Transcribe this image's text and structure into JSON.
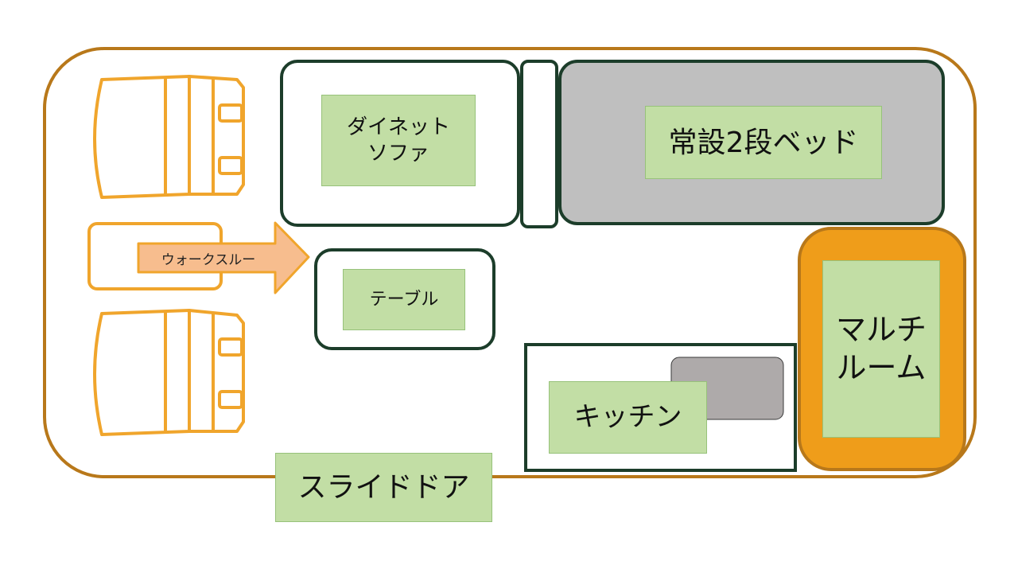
{
  "labels": {
    "dinette_sofa": "ダイネット\nソファ",
    "bed": "常設2段ベッド",
    "walkthrough": "ウォークスルー",
    "table": "テーブル",
    "kitchen": "キッチン",
    "multi_room": "マルチ\nルーム",
    "slide_door": "スライドドア"
  },
  "colors": {
    "vehicle_outline": "#b8781a",
    "seat_orange": "#f0a52c",
    "furniture_outline": "#1c3d2a",
    "label_fill": "#c2dea5",
    "label_border": "#97c27a",
    "bed_fill": "#bfbfbf",
    "arrow_fill": "#f7bd8e",
    "multi_room_fill": "#ef9d1a",
    "sink_fill": "#aeaaaa"
  }
}
